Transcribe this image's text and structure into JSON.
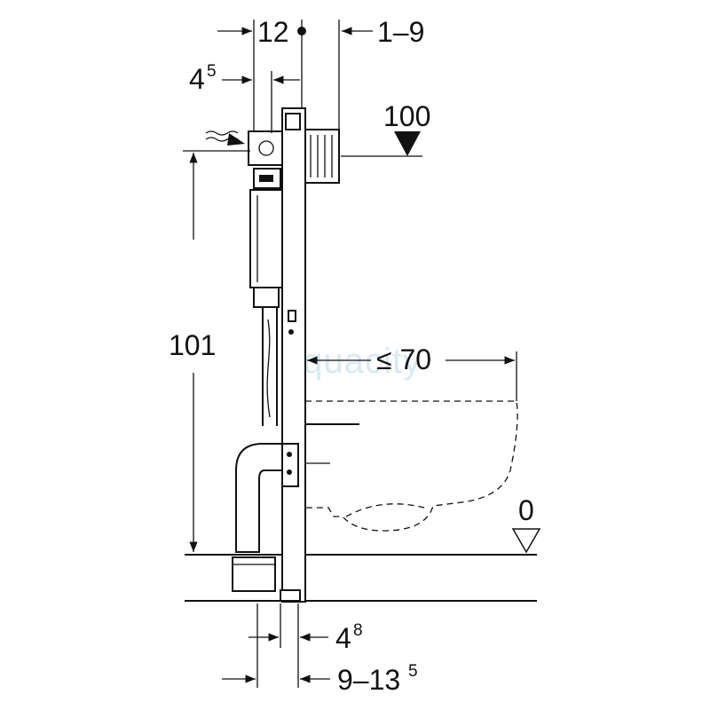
{
  "dimensions": {
    "top_12": "12",
    "top_1_9": "1–9",
    "left_4": "4",
    "left_4_sup": "5",
    "level_100": "100",
    "height_101": "101",
    "depth_70": "≤ 70",
    "level_0": "0",
    "bottom_4": "4",
    "bottom_4_sup": "8",
    "bottom_9_13": "9–13",
    "bottom_9_13_sup": "5"
  },
  "watermark": {
    "text": "aquacity",
    "color": "#b9d9ea"
  },
  "colors": {
    "line": "#111111",
    "background": "#ffffff"
  }
}
